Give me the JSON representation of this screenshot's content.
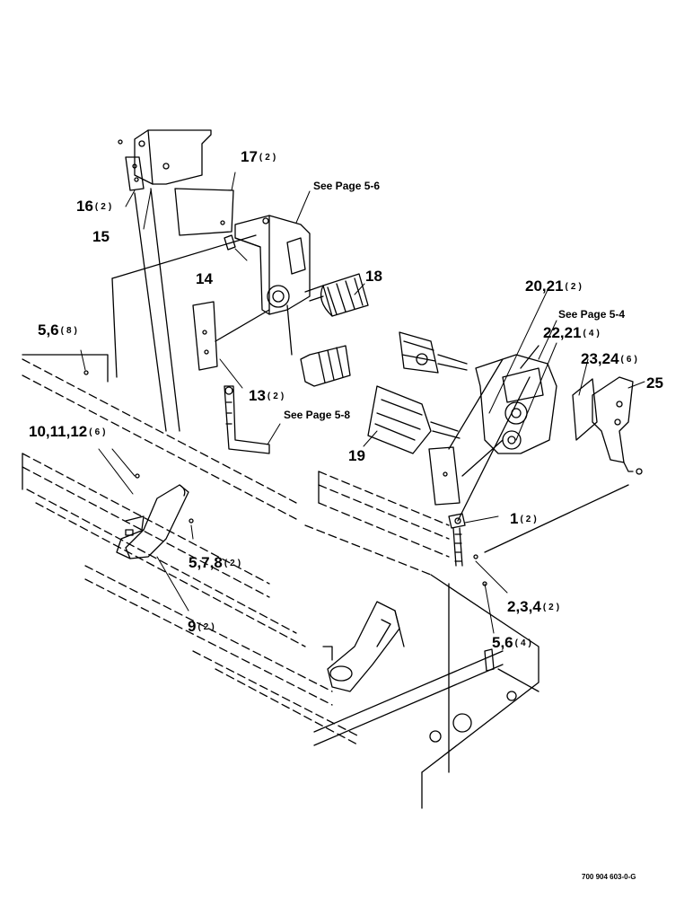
{
  "callouts": [
    {
      "id": "c17",
      "number": "17",
      "qty": "(2)"
    },
    {
      "id": "c16",
      "number": "16",
      "qty": "(2)"
    },
    {
      "id": "c15",
      "number": "15",
      "qty": ""
    },
    {
      "id": "c14",
      "number": "14",
      "qty": ""
    },
    {
      "id": "c18",
      "number": "18",
      "qty": ""
    },
    {
      "id": "c20",
      "number": "20,21",
      "qty": "(2)"
    },
    {
      "id": "c22",
      "number": "22,21",
      "qty": "(4)"
    },
    {
      "id": "c23",
      "number": "23,24",
      "qty": "(6)"
    },
    {
      "id": "c25",
      "number": "25",
      "qty": ""
    },
    {
      "id": "c56a",
      "number": "5,6",
      "qty": "(8)"
    },
    {
      "id": "c13",
      "number": "13",
      "qty": "(2)"
    },
    {
      "id": "c10",
      "number": "10,11,12",
      "qty": "(6)"
    },
    {
      "id": "c19",
      "number": "19",
      "qty": ""
    },
    {
      "id": "c1",
      "number": "1",
      "qty": "(2)"
    },
    {
      "id": "c578",
      "number": "5,7,8",
      "qty": "(2)"
    },
    {
      "id": "c234",
      "number": "2,3,4",
      "qty": "(2)"
    },
    {
      "id": "c9",
      "number": "9",
      "qty": "(2)"
    },
    {
      "id": "c56b",
      "number": "5,6",
      "qty": "(4)"
    }
  ],
  "page_refs": {
    "ref_56": "See Page 5-6",
    "ref_54": "See Page 5-4",
    "ref_58": "See Page 5-8"
  },
  "drawing_code": "700 904 603-0-G"
}
